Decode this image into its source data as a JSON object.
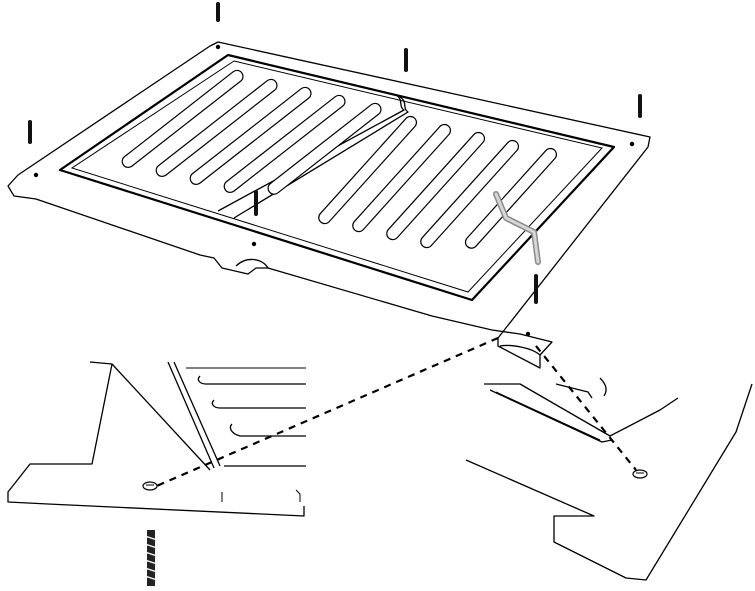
{
  "figure": {
    "subject": "floor-vent-cover-installation",
    "parts": [
      {
        "name": "vent-panel",
        "icon": "louvered-panel"
      },
      {
        "name": "frame",
        "icon": "flat-frame"
      },
      {
        "name": "screws",
        "icon": "screw-icon",
        "count": 6
      },
      {
        "name": "tool",
        "icon": "allen-key-icon"
      },
      {
        "name": "wood-screw",
        "icon": "wood-screw-icon"
      }
    ],
    "details": [
      "left-corner-detail",
      "right-corner-detail"
    ],
    "colors": {
      "line": "#000000",
      "background": "#ffffff",
      "tool": "#b5b5b5"
    }
  }
}
